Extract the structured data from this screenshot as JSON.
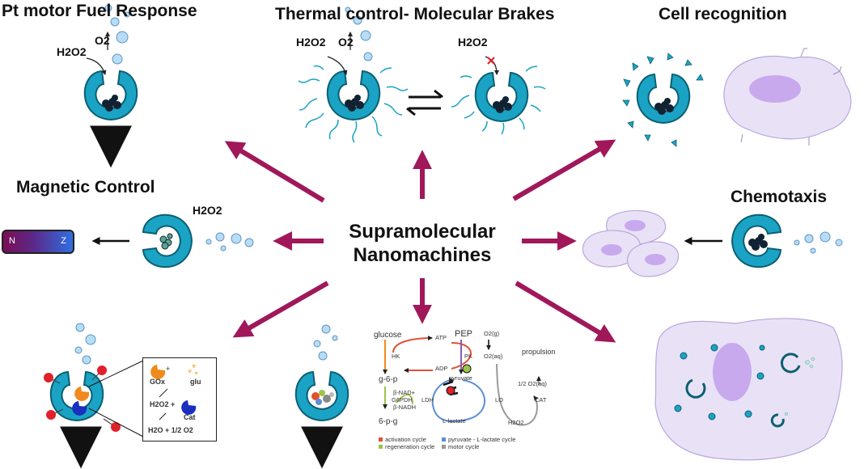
{
  "titles": {
    "pt_motor": "Pt motor Fuel Response",
    "thermal": "Thermal control- Molecular Brakes",
    "cell_recognition": "Cell recognition",
    "magnetic": "Magnetic Control",
    "chemotaxis": "Chemotaxis"
  },
  "center": {
    "line1": "Supramolecular",
    "line2": "Nanomachines"
  },
  "chem_labels": {
    "h2o2": "H2O2",
    "o2": "O2"
  },
  "magnet": {
    "north": "N",
    "south": "Z"
  },
  "enzyme_inset": {
    "gox": "GOx",
    "plus": "+",
    "glu": "glu",
    "h2o2": "H2O2 +",
    "cat": "Cat",
    "product": "H2O + 1/2 O2"
  },
  "pathway": {
    "glucose": "glucose",
    "atp": "ATP",
    "pep": "PEP",
    "o2g": "O2(g)",
    "o2aq": "O2(aq)",
    "propulsion": "propulsion",
    "hk": "HK",
    "adp": "ADP",
    "pk": "PK",
    "g6p": "g-6-p",
    "pyruvate": "pyruvate",
    "half_o2aq": "1/2 O2(aq)",
    "beta_nad_plus": "β-NAD+",
    "g6pdh": "G6PDH",
    "beta_nadh": "β-NADH",
    "ldh": "LDH",
    "lo": "LO",
    "cat": "CAT",
    "six_pg": "6-p-g",
    "l_lactate": "L-lactate",
    "h2o2": "H2O2",
    "legend": [
      {
        "label": "activation cycle",
        "color": "#e0503a"
      },
      {
        "label": "pyruvate - L-lactate cycle",
        "color": "#5b8fd6"
      },
      {
        "label": "regeneration cycle",
        "color": "#9cc44a"
      },
      {
        "label": "motor cycle",
        "color": "#9a9a9a"
      }
    ]
  },
  "colors": {
    "arrow": "#a0185a",
    "motor": "#1aa3c4",
    "motor_outline": "#0d5f72",
    "cell": "#e9e2f7",
    "nucleus": "#c8a9ee",
    "bubble": "#b9dcf5",
    "red_ball": "#e0202a"
  },
  "icons": [
    "stomatocyte-motor-icon",
    "platinum-cluster-icon",
    "oxygen-bubble-icon",
    "magnet-icon",
    "cell-icon",
    "down-arrow-icon"
  ]
}
